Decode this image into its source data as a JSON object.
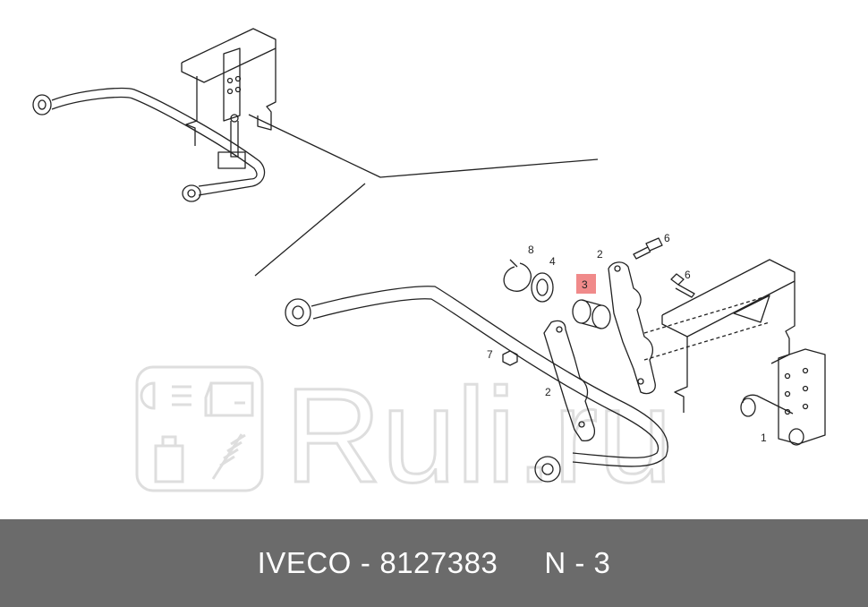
{
  "footer": {
    "brand": "IVECO",
    "separator": "-",
    "part_number": "8127383",
    "position_label": "N - 3"
  },
  "callouts": [
    {
      "id": "1",
      "label": "1",
      "highlighted": false
    },
    {
      "id": "2a",
      "label": "2",
      "highlighted": false
    },
    {
      "id": "2b",
      "label": "2",
      "highlighted": false
    },
    {
      "id": "3",
      "label": "3",
      "highlighted": true
    },
    {
      "id": "4",
      "label": "4",
      "highlighted": false
    },
    {
      "id": "6a",
      "label": "6",
      "highlighted": false
    },
    {
      "id": "6b",
      "label": "6",
      "highlighted": false
    },
    {
      "id": "7",
      "label": "7",
      "highlighted": false
    },
    {
      "id": "8",
      "label": "8",
      "highlighted": false
    }
  ],
  "watermark": {
    "text": "Ruli.ru",
    "icons": [
      "headlight-icon",
      "car-door-icon",
      "oil-canister-icon",
      "shock-absorber-icon"
    ]
  },
  "colors": {
    "footer_background": "#6b6b6b",
    "footer_text": "#ffffff",
    "highlight": "#f08a8a",
    "line": "#222222",
    "watermark": "#dedede"
  }
}
